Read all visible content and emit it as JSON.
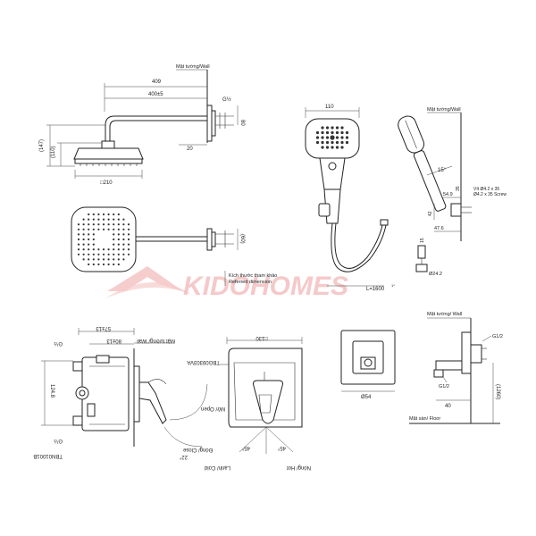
{
  "watermark": {
    "brand": "KIDOHOMES",
    "color": "#e88a8a"
  },
  "shower_head": {
    "wall_label": "Mặt tường/Wall",
    "dim_total": "409",
    "dim_arm": "400±5",
    "thread": "G½",
    "dim_80": "80",
    "dim_20": "20",
    "dim_147": "(147)",
    "dim_110": "(110)",
    "dim_210": "□210",
    "dim_60": "(60)",
    "ref_vi": "Kích thước tham khảo",
    "ref_en": "Referred dimension"
  },
  "hand_shower": {
    "dim_110": "110",
    "wall_label": "Mặt tường/Wall",
    "angle_15": "15°",
    "screw_vi": "Vít Ø4.2 x 35",
    "screw_en": "Ø4.2 x 35 Screw",
    "dim_54_9": "54.9",
    "dim_35": "35",
    "dim_42": "42",
    "dim_47_6": "47.6",
    "dim_15": "15",
    "dim_24_2": "Ø24.2",
    "hose_length": "L=1600",
    "hose_note": "1*"
  },
  "valve_side": {
    "dim_57": "57±13",
    "dim_80": "80±13",
    "wall_label": "Mặt tường/ Wall",
    "thread_top": "G½",
    "thread_bottom": "G½",
    "dim_124": "124.8",
    "model": "TBN01001B",
    "open_label": "Mở/ Open",
    "close_label": "Đóng/ Close",
    "angle_22": "22°"
  },
  "valve_front": {
    "dim_130": "□130",
    "model": "TBG09303VA",
    "angle_left": "45°",
    "angle_right": "45°",
    "cold_label": "Lạnh/ Cold",
    "hot_label": "Nóng/ Hot"
  },
  "wall_outlet_front": {
    "dim_54": "Ø54"
  },
  "wall_outlet_side": {
    "wall_label": "Mặt tường/ Wall",
    "thread_top": "G1/2",
    "thread_bottom": "G1/2",
    "dim_40": "40",
    "dim_1260": "(1260)",
    "floor_label": "Mặt sàn/ Floor"
  }
}
